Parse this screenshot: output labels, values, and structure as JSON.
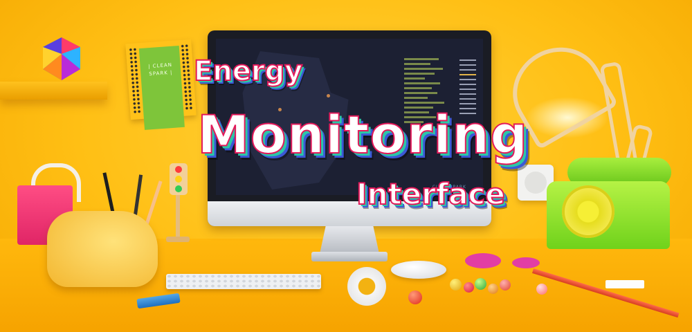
{
  "title": {
    "line1": "Energy",
    "line2": "Monitoring",
    "line3": "Interface"
  },
  "card": {
    "brand_line1": "| CLEAN",
    "brand_line2": "SPARK |"
  },
  "screen": {
    "brand": "CLEANSPARK"
  },
  "colors": {
    "background": "#ffc21a",
    "title_fill": "#ffffff",
    "title_outline": "#e3195a",
    "title_shadow_teal": "#2cc7a6",
    "title_shadow_blue": "#3b58d6",
    "screen_bg": "#1c2033",
    "phone_green": "#8ee62e"
  },
  "objects": [
    "gem-icon",
    "monitor",
    "lamp-icon",
    "telephone-icon",
    "wall-socket-icon",
    "traffic-light-icon",
    "shopping-bag-icon",
    "hand-sculpture",
    "pens-and-scissors",
    "keyboard",
    "mouse",
    "tape-roll",
    "glue-tube",
    "pencil",
    "eraser",
    "marbles"
  ]
}
